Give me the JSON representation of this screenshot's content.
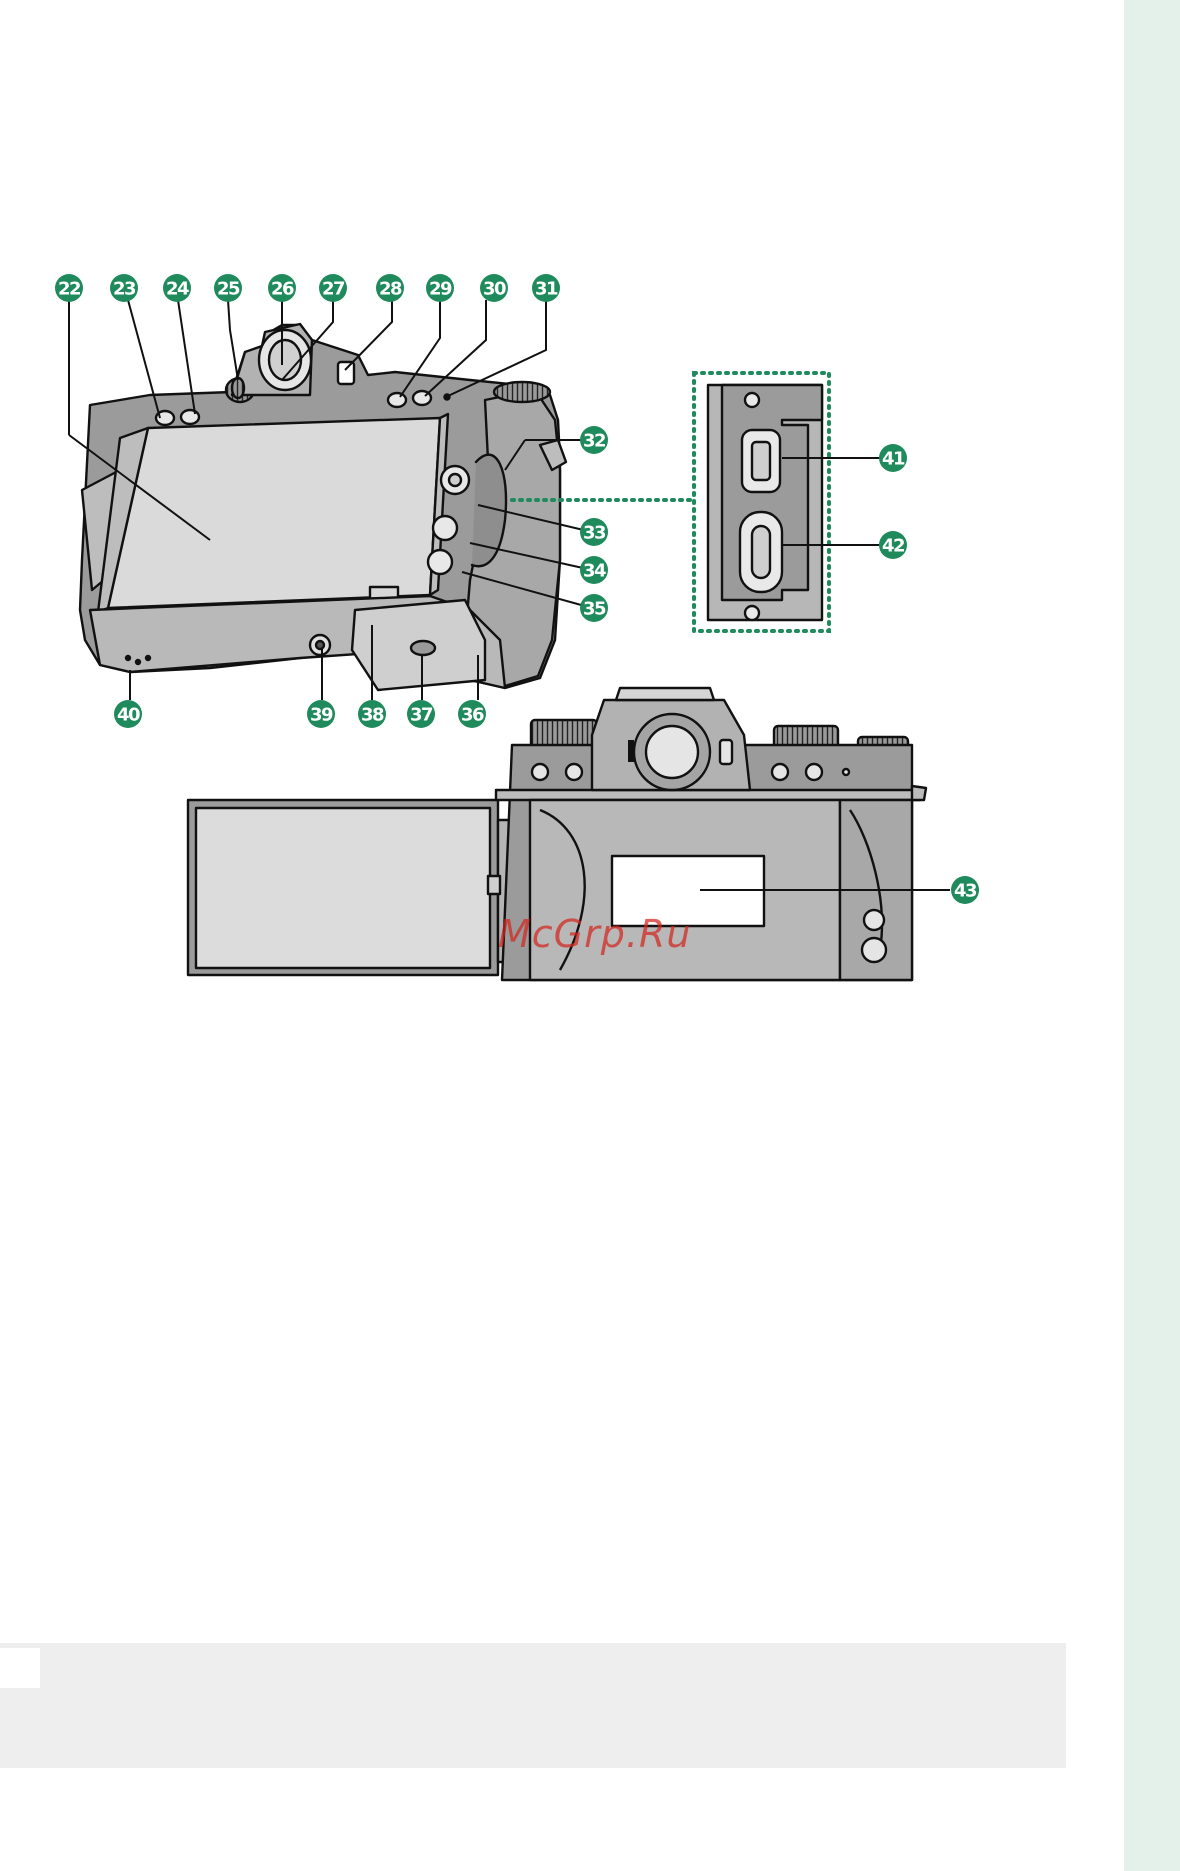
{
  "callouts": {
    "c22": "22",
    "c23": "23",
    "c24": "24",
    "c25": "25",
    "c26": "26",
    "c27": "27",
    "c28": "28",
    "c29": "29",
    "c30": "30",
    "c31": "31",
    "c32": "32",
    "c33": "33",
    "c34": "34",
    "c35": "35",
    "c36": "36",
    "c37": "37",
    "c38": "38",
    "c39": "39",
    "c40": "40",
    "c41": "41",
    "c42": "42",
    "c43": "43"
  },
  "watermark": "McGrp.Ru",
  "colors": {
    "accent_green": "#1f8a5c",
    "side_tab": "#e4f1ea",
    "note_box": "#eeeeee",
    "watermark_red": "#d3271d"
  }
}
